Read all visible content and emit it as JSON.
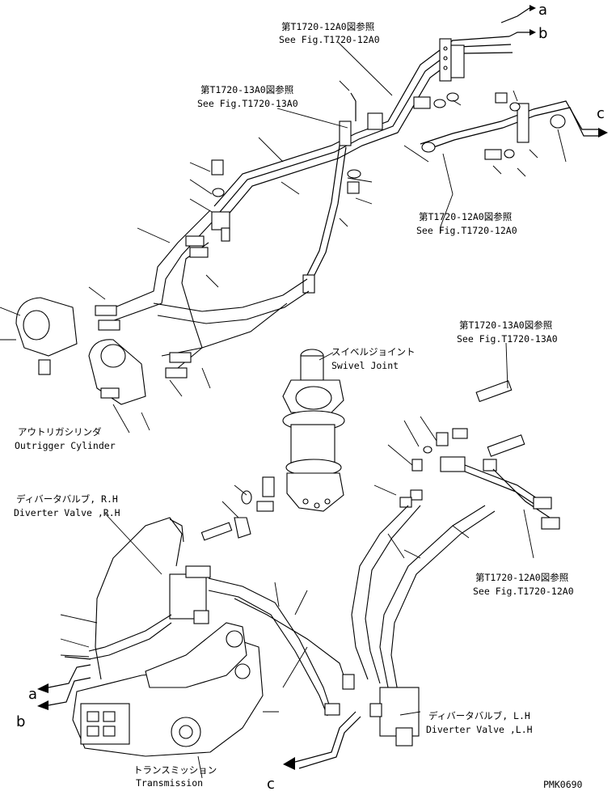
{
  "callouts": {
    "ref_top_jp": "第T1720-12A0図参照",
    "ref_top_en": "See Fig.T1720-12A0",
    "ref_mid_jp": "第T1720-13A0図参照",
    "ref_mid_en": "See Fig.T1720-13A0",
    "ref_right_jp": "第T1720-12A0図参照",
    "ref_right_en": "See Fig.T1720-12A0",
    "ref_r13_jp": "第T1720-13A0図参照",
    "ref_r13_en": "See Fig.T1720-13A0",
    "ref_low_jp": "第T1720-12A0図参照",
    "ref_low_en": "See Fig.T1720-12A0"
  },
  "components": {
    "swivel_jp": "スイベルジョイント",
    "swivel_en": "Swivel Joint",
    "outrigger_jp": "アウトリガシリンダ",
    "outrigger_en": "Outrigger Cylinder",
    "diverter_rh_jp": "ディバータバルブ, R.H",
    "diverter_rh_en": "Diverter Valve ,R.H",
    "diverter_lh_jp": "ディバータバルブ, L.H",
    "diverter_lh_en": "Diverter Valve ,L.H",
    "transmission_jp": "トランスミッション",
    "transmission_en": "Transmission"
  },
  "connections": {
    "a_top": "a",
    "b_top": "b",
    "c_right": "c",
    "a_left": "a",
    "b_left": "b",
    "c_bottom": "c"
  },
  "drawing_number": "PMK0690"
}
